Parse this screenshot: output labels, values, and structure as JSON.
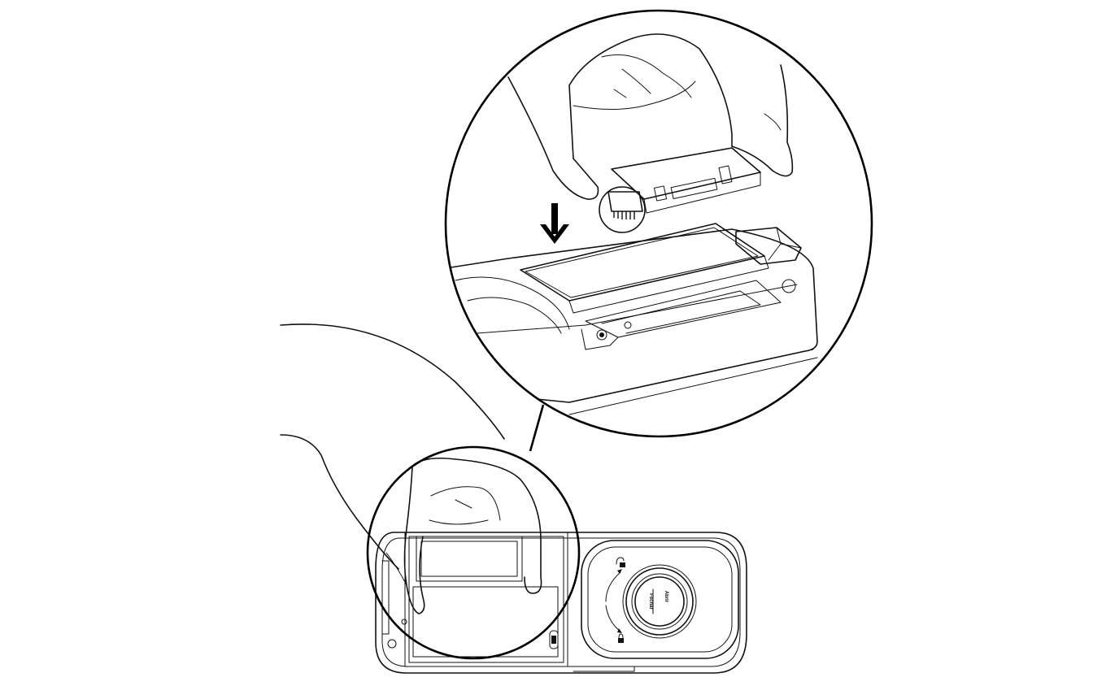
{
  "figure": {
    "knob_labels": {
      "open": "Abrir",
      "close": "Fechar"
    },
    "arrow_direction": "down"
  }
}
